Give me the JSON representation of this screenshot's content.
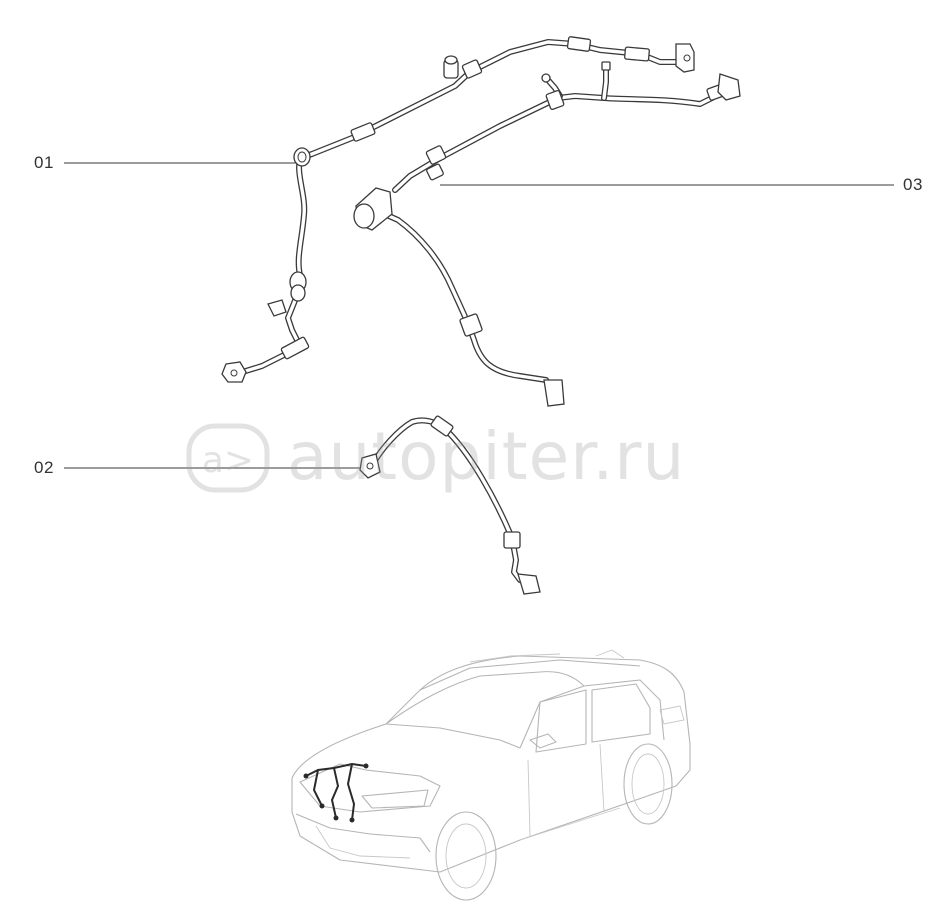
{
  "callouts": {
    "c01": "01",
    "c02": "02",
    "c03": "03"
  },
  "watermark": {
    "text": "autopiter.ru",
    "logo_glyph": "a>"
  },
  "colors": {
    "line": "#3a3a3a",
    "hose_fill": "#ffffff",
    "car_line": "#b8b8b8",
    "harness": "#2a2a2a",
    "watermark": "#9a9a9a"
  }
}
